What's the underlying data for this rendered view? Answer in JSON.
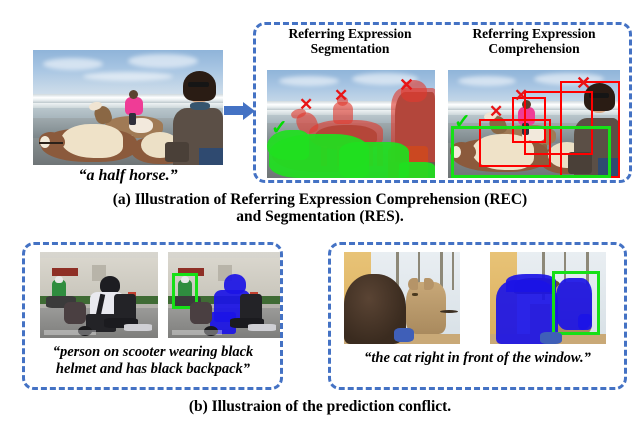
{
  "figure": {
    "panel_a": {
      "query_caption": "“a half horse.”",
      "headings": [
        "Referring Expression\nSegmentation",
        "Referring Expression\nComprehension"
      ],
      "heading_res_line1": "Referring Expression",
      "heading_res_line2": "Segmentation",
      "heading_rec_line1": "Referring Expression",
      "heading_rec_line2": "Comprehension",
      "caption_line1": "(a) Illustration of Referring Expression Comprehension (REC)",
      "caption_line2": "and Segmentation (RES).",
      "marks": {
        "cross": "✕",
        "check": "✓"
      },
      "res_cross_count": 3,
      "res_check_count": 1,
      "rec_cross_count": 3,
      "rec_check_count": 1
    },
    "panel_b": {
      "left_quote_line1": "“person on scooter wearing black",
      "left_quote_line2": "helmet and has black backpack”",
      "right_quote": "“the cat right in front of the window.”",
      "caption": "(b) Illustraion of the prediction conflict."
    },
    "colors": {
      "dashed_border": "#4472C4",
      "arrow": "#4472C4",
      "cross_red": "#E81416",
      "check_green": "#00DD00",
      "bbox_red": "#FF0000",
      "bbox_green": "#16E016",
      "mask_red": "#E03A2F",
      "mask_green": "#1FE01F",
      "mask_blue": "#1B14E6",
      "background": "#FFFFFF"
    }
  }
}
